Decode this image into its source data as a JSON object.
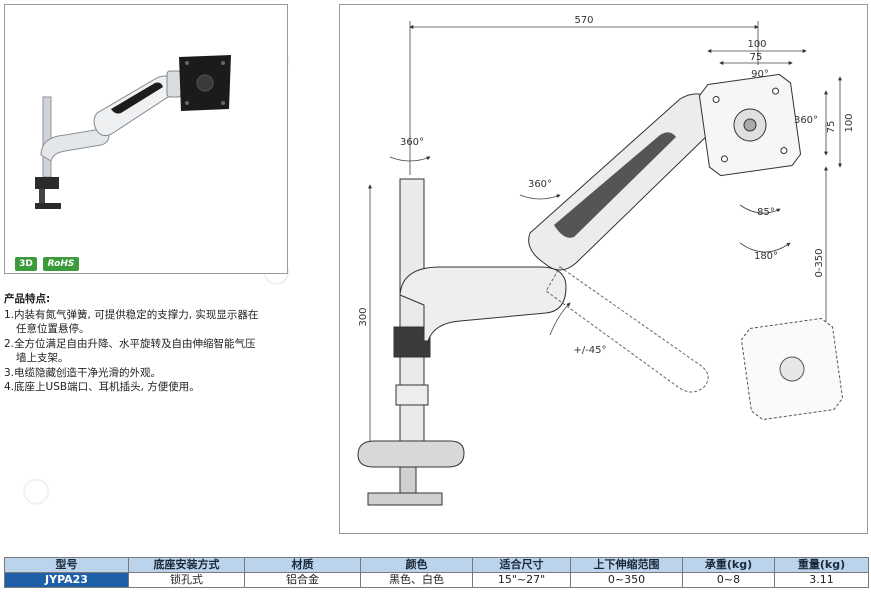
{
  "badges": {
    "three_d": "3D",
    "rohs": "RoHS"
  },
  "features": {
    "title": "产品特点:",
    "items": [
      {
        "line1": "1.内装有氮气弹簧, 可提供稳定的支撑力, 实现显示器在",
        "line2": "任意位置悬停。"
      },
      {
        "line1": "2.全方位满足自由升降、水平旋转及自由伸缩智能气压",
        "line2": "墙上支架。"
      },
      {
        "line1": "3.电缆隐藏创造干净光滑的外观。",
        "line2": ""
      },
      {
        "line1": "4.底座上USB端口、耳机插头, 方便使用。",
        "line2": ""
      }
    ]
  },
  "drawing": {
    "dim_570": "570",
    "dim_100_top": "100",
    "dim_75_top": "75",
    "angle_90": "90°",
    "angle_360_head": "360°",
    "dim_75_side": "75",
    "dim_100_side": "100",
    "angle_360_pole": "360°",
    "angle_360_arm": "360°",
    "angle_85": "85°",
    "angle_180": "180°",
    "dim_0_350": "0-350",
    "dim_300": "300",
    "angle_45": "+/-45°"
  },
  "table": {
    "headers": [
      "型号",
      "底座安装方式",
      "材质",
      "颜色",
      "适合尺寸",
      "上下伸缩范围",
      "承重(kg)",
      "重量(kg)"
    ],
    "row": [
      "JYPA23",
      "锁孔式",
      "铝合金",
      "黑色、白色",
      "15\"~27\"",
      "0~350",
      "0~8",
      "3.11"
    ]
  },
  "colors": {
    "model_bg": "#1f5fa8",
    "header_bg": "#bcd3ec",
    "badge_green": "#3c9a3c"
  }
}
